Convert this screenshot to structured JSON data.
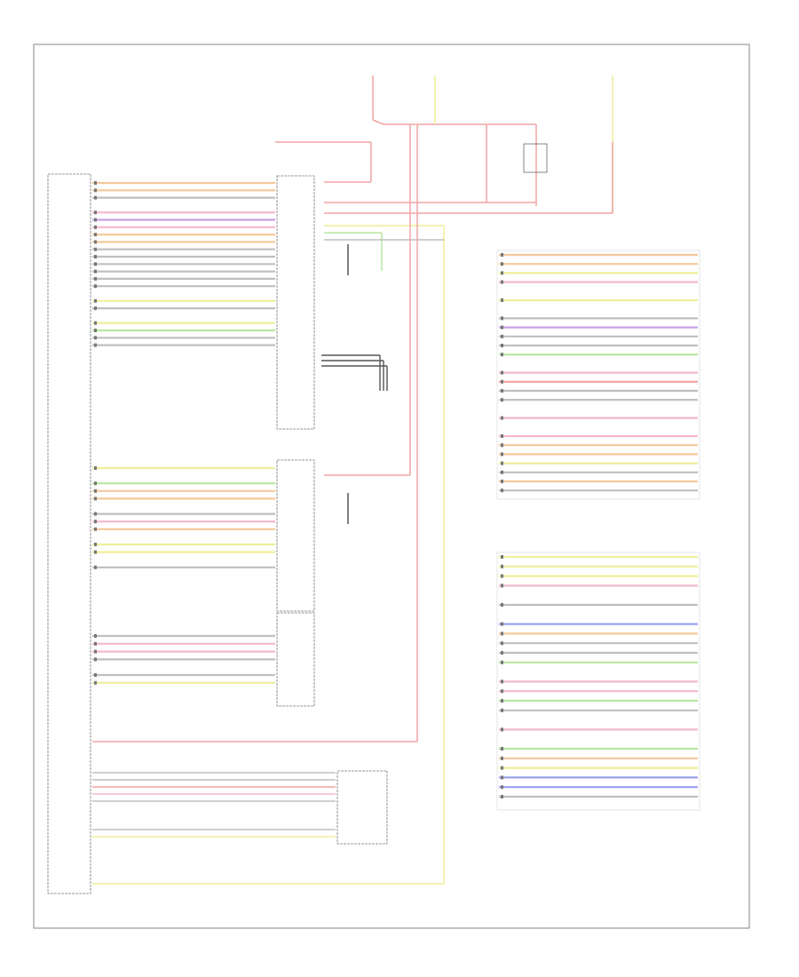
{
  "diagram": {
    "footer": "",
    "footer_code": "",
    "modules": {
      "left_module_title": "",
      "center_module_title": "",
      "right_upper_title": "",
      "right_lower_title": "",
      "transmission_title": ""
    },
    "colors": {
      "border": "#888888",
      "wire_red": "#f2a3a3",
      "wire_yellow": "#eeee99",
      "wire_green": "#b8e6a0",
      "wire_orange": "#f5c89a",
      "wire_pink": "#f5b8c8",
      "wire_violet": "#c8a0e6",
      "wire_gray": "#bfbfbf",
      "wire_blue": "#9aa0f0",
      "wire_black": "#555555",
      "wire_lime": "#9de07a"
    },
    "left_rows": [
      "orange",
      "orange",
      "gray",
      "",
      "pink",
      "violet",
      "pink",
      "orange",
      "orange",
      "gray",
      "gray",
      "gray",
      "gray",
      "gray",
      "gray",
      "",
      "yellow",
      "gray",
      "",
      "yellow",
      "green",
      "gray",
      "gray"
    ],
    "left_rows_b": [
      "yellow",
      "",
      "green",
      "orange",
      "orange",
      "",
      "gray",
      "pink",
      "orange",
      "",
      "yellow",
      "yellow",
      "",
      "gray"
    ],
    "left_rows_c": [
      "gray",
      "pink",
      "pink",
      "gray",
      "",
      "gray",
      "yellow"
    ],
    "right_rows_a": [
      "orange",
      "orange",
      "yellow",
      "pink",
      "",
      "yellow",
      "",
      "gray",
      "violet",
      "gray",
      "gray",
      "green",
      "",
      "pink",
      "red",
      "gray",
      "gray",
      "",
      "pink",
      "",
      "pink",
      "orange",
      "orange",
      "yellow",
      "gray",
      "orange",
      "gray"
    ],
    "right_rows_b": [
      "yellow",
      "yellow",
      "yellow",
      "pink",
      "",
      "gray",
      "",
      "blue",
      "orange",
      "gray",
      "gray",
      "green",
      "",
      "pink",
      "pink",
      "green",
      "gray",
      "",
      "pink",
      "",
      "green",
      "orange",
      "yellow",
      "blue",
      "blue",
      "gray"
    ]
  }
}
